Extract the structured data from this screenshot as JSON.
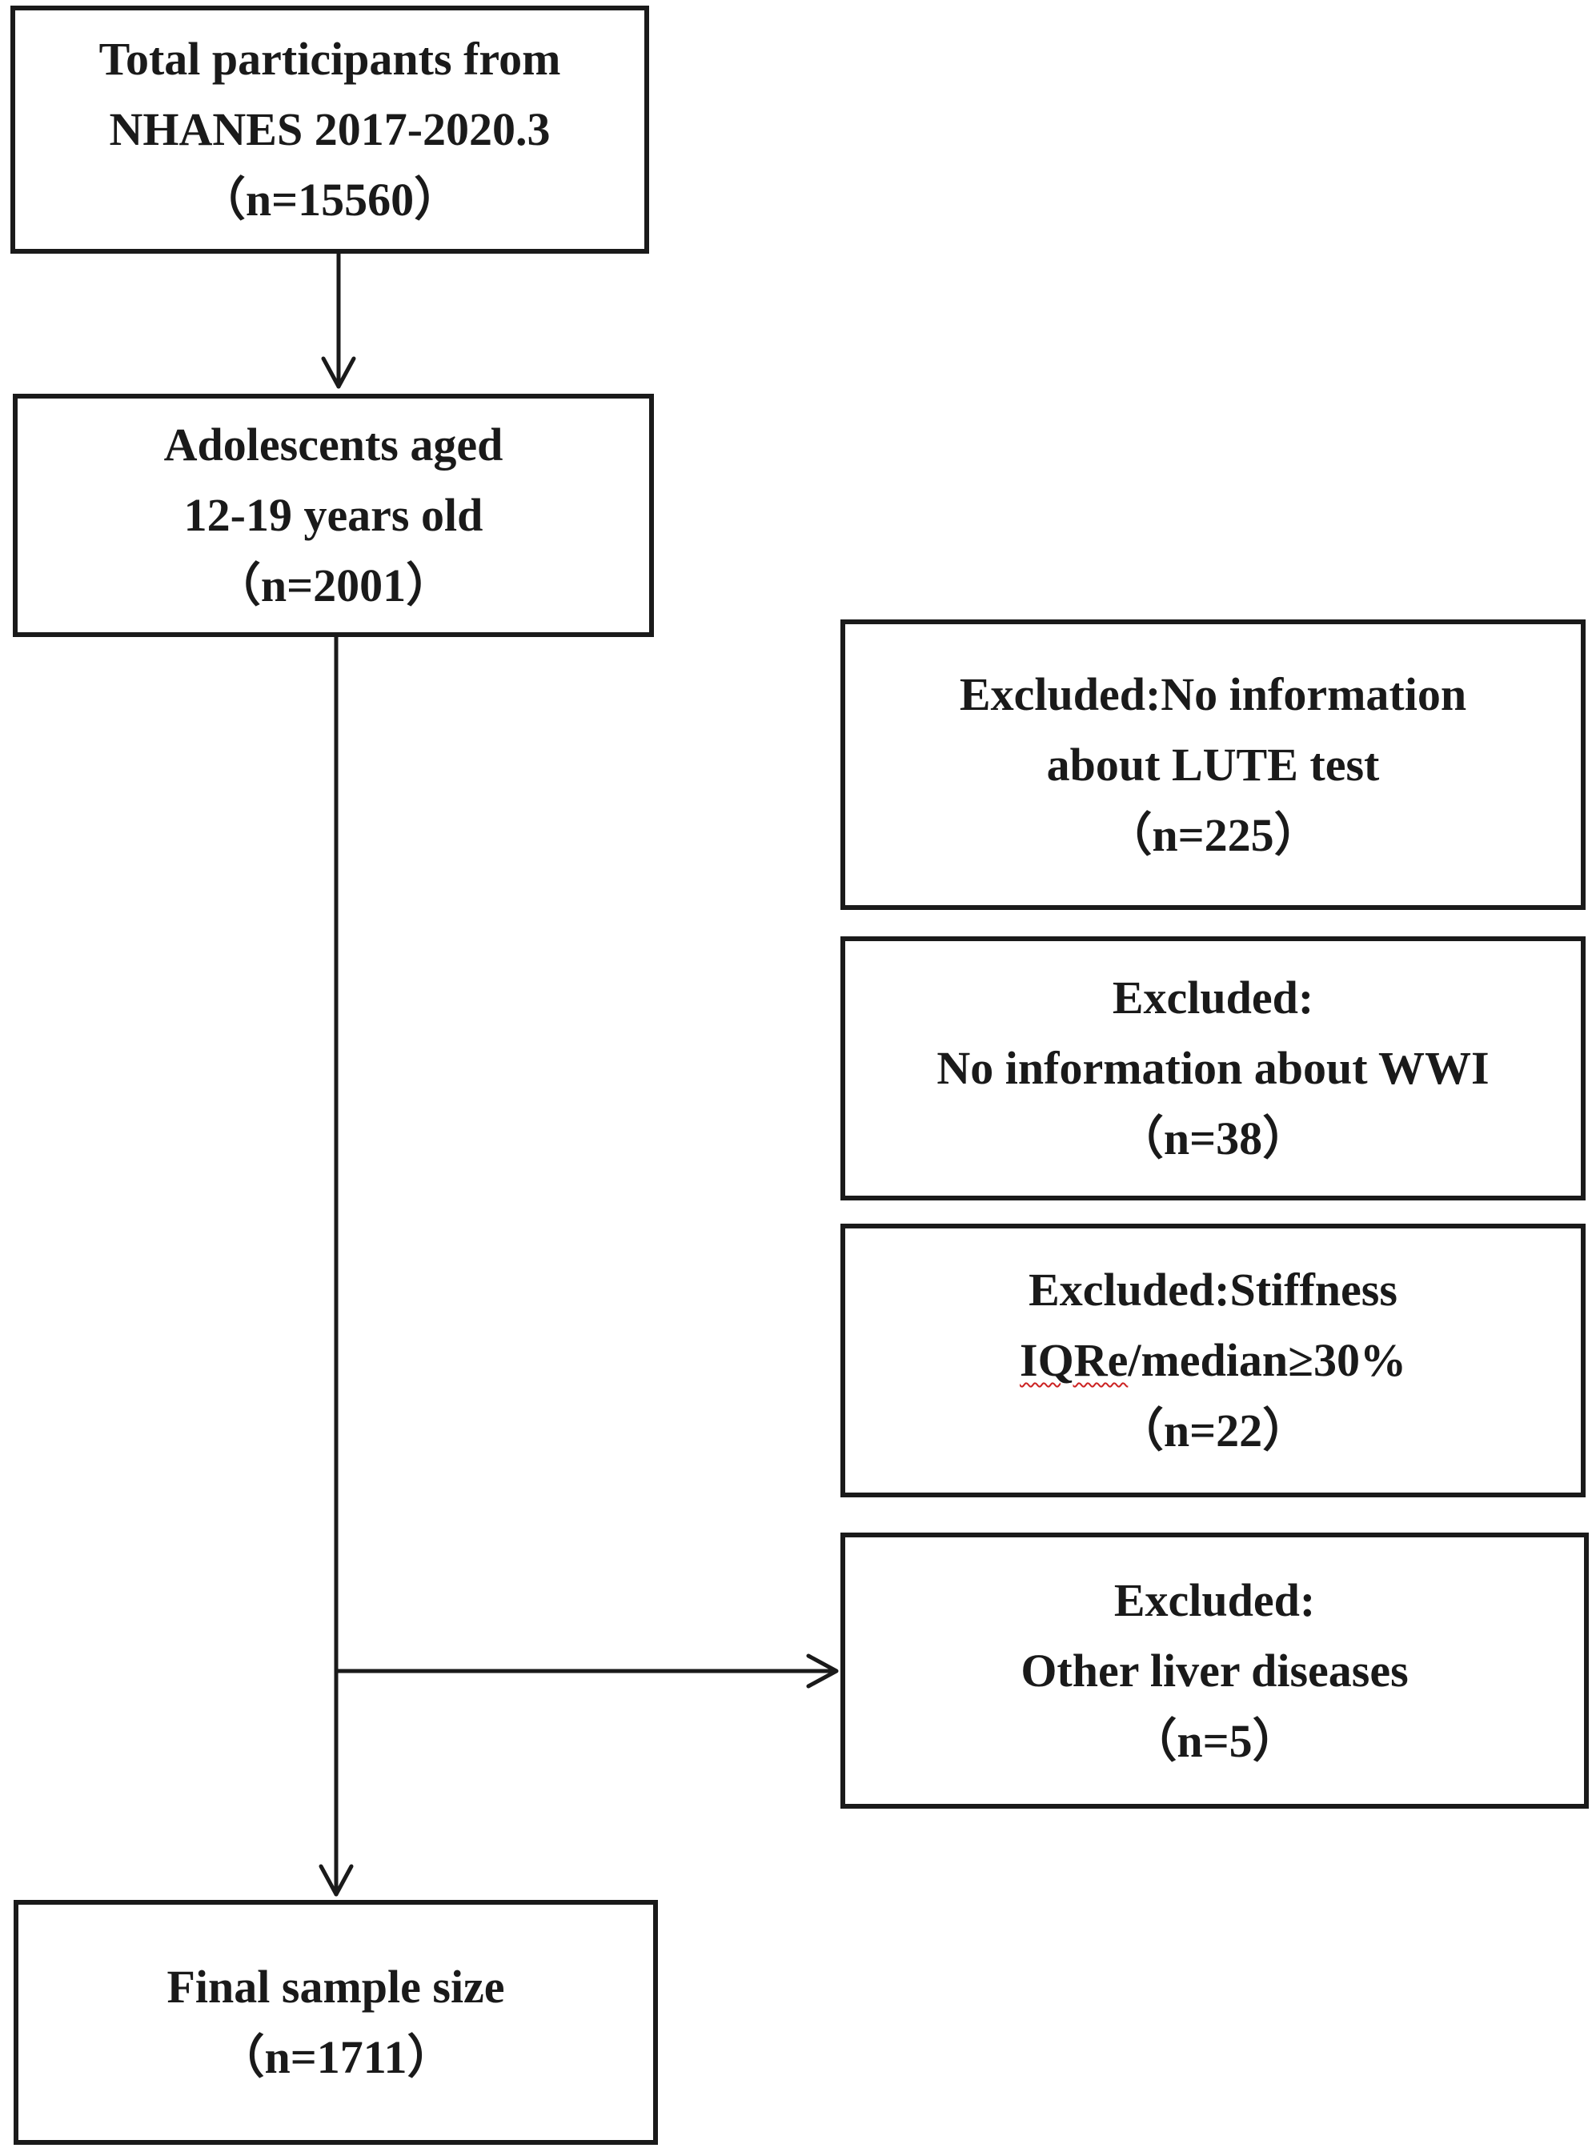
{
  "flowchart": {
    "total": {
      "line1": "Total participants from",
      "line2": "NHANES 2017-2020.3",
      "count": "（n=15560）"
    },
    "adolescents": {
      "line1": "Adolescents aged",
      "line2": "12-19 years old",
      "count": "（n=2001）"
    },
    "exclusions": [
      {
        "line1": "Excluded:No information",
        "line2": "about LUTE test",
        "count": "（n=225）"
      },
      {
        "line1": "Excluded:",
        "line2": "No information about WWI",
        "count": "（n=38）"
      },
      {
        "line1": "Excluded:Stiffness",
        "line2_flagged": "IQRe",
        "line2_rest": "/median≥30%",
        "count": "（n=22）"
      },
      {
        "line1": "Excluded:",
        "line2": "Other liver diseases",
        "count": "（n=5）"
      }
    ],
    "final": {
      "line1": "Final sample size",
      "count": "（n=1711）"
    },
    "colors": {
      "stroke": "#1a1a1a",
      "background": "#ffffff",
      "spellcheck_underline": "#cc2222"
    }
  }
}
